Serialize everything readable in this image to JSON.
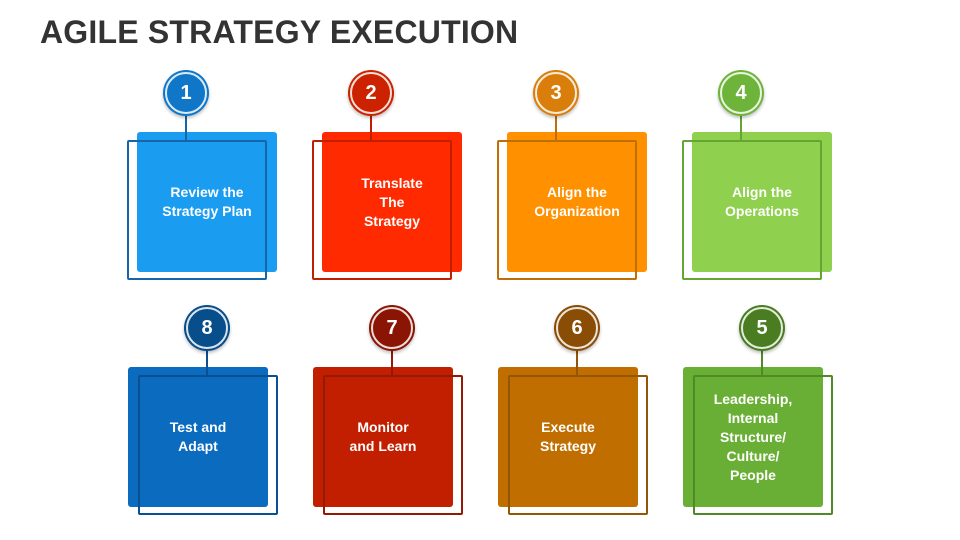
{
  "title": "AGILE STRATEGY EXECUTION",
  "steps": [
    {
      "number": "1",
      "label": "Review the\nStrategy Plan",
      "color": "#1a9cf0",
      "badge": "#0f76c8",
      "frame": "#1565a8"
    },
    {
      "number": "2",
      "label": "Translate\nThe\nStrategy",
      "color": "#ff2a00",
      "badge": "#cc2200",
      "frame": "#c21e00"
    },
    {
      "number": "3",
      "label": "Align the\nOrganization",
      "color": "#ff9100",
      "badge": "#d97e0b",
      "frame": "#c06e08"
    },
    {
      "number": "4",
      "label": "Align the\nOperations",
      "color": "#8fd14f",
      "badge": "#6fb43a",
      "frame": "#64a534"
    },
    {
      "number": "5",
      "label": "Leadership,\nInternal\nStructure/\nCulture/\nPeople",
      "color": "#6aaf35",
      "badge": "#4a7d22",
      "frame": "#4f8a26"
    },
    {
      "number": "6",
      "label": "Execute\nStrategy",
      "color": "#c06e00",
      "badge": "#8a4d05",
      "frame": "#935606"
    },
    {
      "number": "7",
      "label": "Monitor\nand Learn",
      "color": "#c11f00",
      "badge": "#8a1505",
      "frame": "#931a05"
    },
    {
      "number": "8",
      "label": "Test and\nAdapt",
      "color": "#0b6bbf",
      "badge": "#084e8a",
      "frame": "#0a4f92"
    }
  ]
}
